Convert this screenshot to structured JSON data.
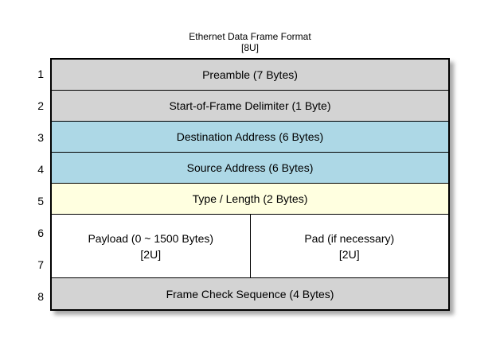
{
  "title": {
    "line1": "Ethernet Data Frame Format",
    "line2": "[8U]"
  },
  "colors": {
    "gray": "#d3d3d3",
    "blue": "#add8e6",
    "yellow": "#ffffe0",
    "white": "#ffffff",
    "border": "#000000",
    "background": "#ffffff"
  },
  "row_numbers": [
    "1",
    "2",
    "3",
    "4",
    "5",
    "6",
    "7",
    "8"
  ],
  "rows": {
    "preamble": {
      "label": "Preamble (7 Bytes)",
      "color": "#d3d3d3"
    },
    "sfd": {
      "label": "Start-of-Frame Delimiter (1 Byte)",
      "color": "#d3d3d3"
    },
    "destination": {
      "label": "Destination Address (6 Bytes)",
      "color": "#add8e6"
    },
    "source": {
      "label": "Source Address (6 Bytes)",
      "color": "#add8e6"
    },
    "type_length": {
      "label": "Type / Length (2 Bytes)",
      "color": "#ffffe0"
    },
    "payload": {
      "color": "#ffffff",
      "left": {
        "line1": "Payload (0 ~ 1500 Bytes)",
        "line2": "[2U]"
      },
      "right": {
        "line1": "Pad (if necessary)",
        "line2": "[2U]"
      }
    },
    "fcs": {
      "label": "Frame Check Sequence (4 Bytes)",
      "color": "#d3d3d3"
    }
  }
}
